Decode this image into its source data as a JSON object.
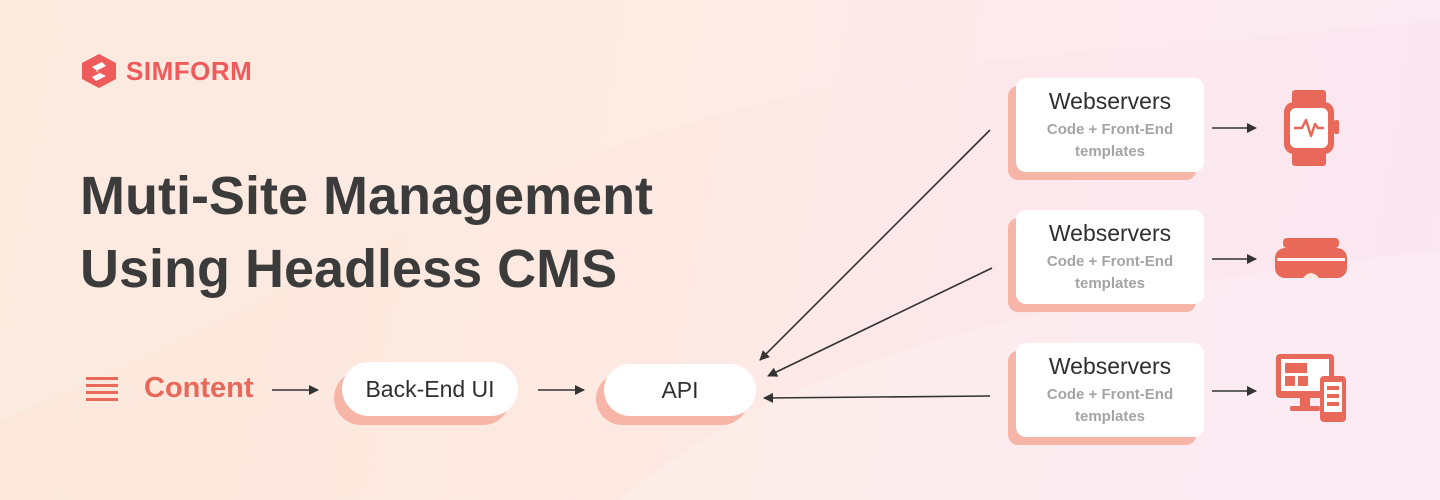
{
  "brand": {
    "name": "SIMFORM"
  },
  "title": {
    "line1": "Muti-Site Management",
    "line2": "Using Headless CMS"
  },
  "flow": {
    "content": "Content",
    "backend": "Back-End UI",
    "api": "API"
  },
  "servers": [
    {
      "title": "Webservers",
      "line1": "Code + Front-End",
      "line2": "templates",
      "device": "smartwatch-icon"
    },
    {
      "title": "Webservers",
      "line1": "Code + Front-End",
      "line2": "templates",
      "device": "vr-headset-icon"
    },
    {
      "title": "Webservers",
      "line1": "Code + Front-End",
      "line2": "templates",
      "device": "desktop-mobile-icon"
    }
  ],
  "colors": {
    "accent": "#ef5b5b",
    "shadow": "#f6b5a7",
    "text": "#3b3b3b",
    "icon": "#e8695a"
  }
}
